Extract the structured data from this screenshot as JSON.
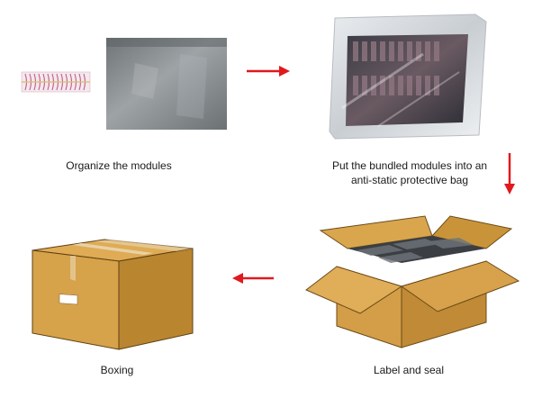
{
  "steps": {
    "organize": {
      "label": "Organize the modules"
    },
    "bag": {
      "label_line1": "Put the bundled modules into an",
      "label_line2": "anti-static protective bag"
    },
    "label_seal": {
      "label": "Label and seal"
    },
    "boxing": {
      "label": "Boxing"
    }
  },
  "colors": {
    "arrow": "#e0191e",
    "box": "#d6a24a",
    "box_dark": "#b9852f",
    "tape": "#ead8b6",
    "bag": "#8a8f92"
  },
  "icons": [
    "memory-module-icon",
    "anti-static-bag-icon",
    "sealed-bag-icon",
    "open-box-icon",
    "closed-box-icon",
    "arrow-right-icon",
    "arrow-down-icon",
    "arrow-left-icon"
  ]
}
